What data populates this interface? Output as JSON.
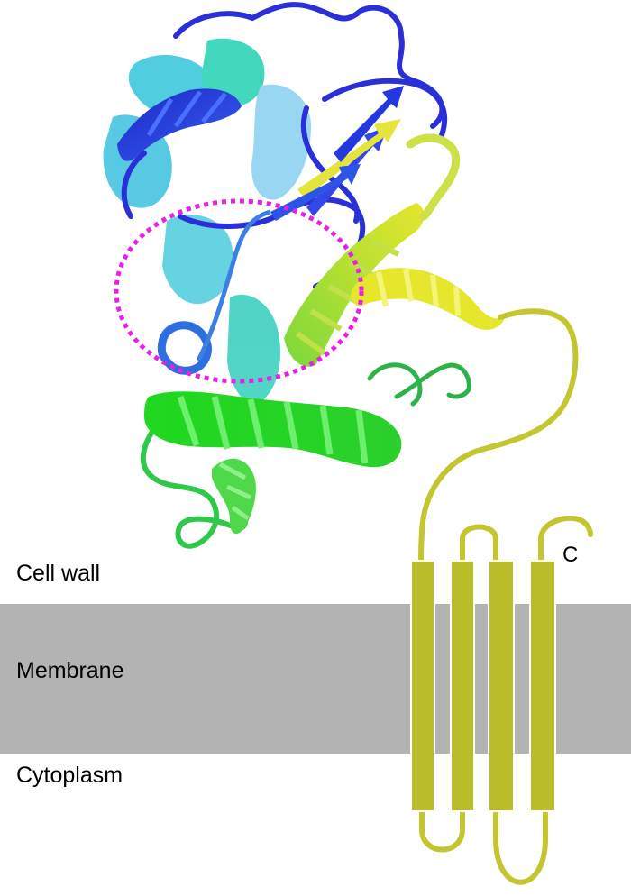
{
  "labels": {
    "cell_wall": "Cell wall",
    "membrane": "Membrane",
    "cytoplasm": "Cytoplasm",
    "c_terminus": "C"
  },
  "colors": {
    "membrane": "#b3b3b3",
    "transmembrane_helix": "#b9bd2a",
    "linker": "#c4c630",
    "highlight_ring": "#e620e6",
    "rainbow_gradient": [
      "#1f2fd6",
      "#2d6fe0",
      "#38c6e6",
      "#3fe0c0",
      "#2fd62f",
      "#9ee030",
      "#e6e62c"
    ]
  },
  "icons": [
    "protein-ribbon-structure",
    "dotted-ellipse-highlight",
    "transmembrane-helix-bundle"
  ]
}
